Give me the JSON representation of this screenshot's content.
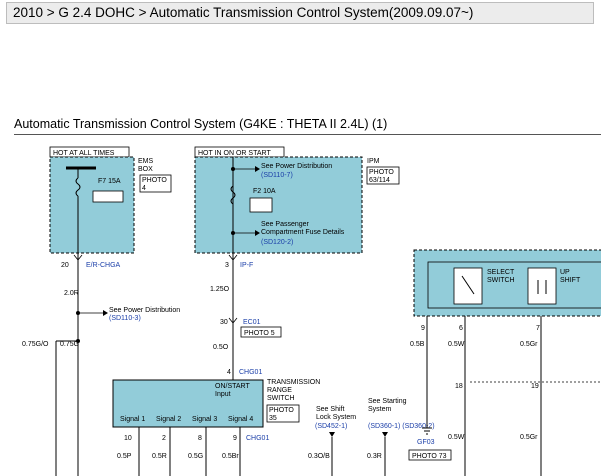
{
  "header": {
    "breadcrumb": "2010 > G 2.4 DOHC > Automatic Transmission Control System(2009.09.07~)"
  },
  "diagram": {
    "title": "Automatic Transmission Control System (G4KE : THETA II 2.4L) (1)",
    "hot_at_all_times": "HOT AT ALL TIMES",
    "ems_box": "EMS BOX",
    "ems_photo": "PHOTO 4",
    "fuse_f7": "F7 15A",
    "hot_in_on_start": "HOT IN ON OR START",
    "ipm": "IPM",
    "ipm_photo": "PHOTO 63/114",
    "see_power_dist": "See Power Distribution",
    "sd110_7": "(SD110-7)",
    "fuse_f2": "F2 10A",
    "see_passenger": "See Passenger Compartment Fuse Details",
    "sd120_2": "(SD120-2)",
    "pin_20": "20",
    "net_er_chga": "E/R-CHGA",
    "pin_3": "3",
    "net_ip_f": "IP-F",
    "wire_2_0r": "2.0R",
    "wire_1_25o": "1.25O",
    "see_power_dist_2": "See Power Distribution",
    "sd110_3": "(SD110-3)",
    "pin_30": "30",
    "conn_ec01": "EC01",
    "ec01_photo": "PHOTO 5",
    "wire_0_75g_o": "0.75G/O",
    "wire_0_75g": "0.75G",
    "wire_0_5o": "0.5O",
    "pin_4": "4",
    "conn_chg01": "CHG01",
    "trs_label": "TRANSMISSION RANGE SWITCH",
    "trs_photo": "PHOTO 35",
    "on_start_input": "ON/START Input",
    "signal_1": "Signal 1",
    "signal_2": "Signal 2",
    "signal_3": "Signal 3",
    "signal_4": "Signal 4",
    "pin_10": "10",
    "pin_2": "2",
    "pin_8": "8",
    "pin_9": "9",
    "conn_chg01b": "CHG01",
    "wire_0_5p": "0.5P",
    "wire_0_5r": "0.5R",
    "wire_0_5g": "0.5G",
    "wire_0_5br": "0.5Br",
    "see_shift_lock": "See Shift Lock System",
    "sd452_1": "(SD452-1)",
    "wire_0_3o_b": "0.3O/B",
    "see_starting": "See Starting System",
    "sd360": "(SD360-1) (SD360-2)",
    "wire_0_3r": "0.3R",
    "select_switch": "SELECT SWITCH",
    "up_shift": "UP SHIFT",
    "pin_9b": "9",
    "pin_6": "6",
    "pin_7": "7",
    "wire_0_5b": "0.5B",
    "wire_0_5w": "0.5W",
    "wire_0_5gr": "0.5Gr",
    "pin_18": "18",
    "pin_19": "19",
    "gf03": "GF03",
    "gf03_photo": "PHOTO 73",
    "wire_0_5w_b": "0.5W",
    "wire_0_5gr_b": "0.5Gr"
  }
}
